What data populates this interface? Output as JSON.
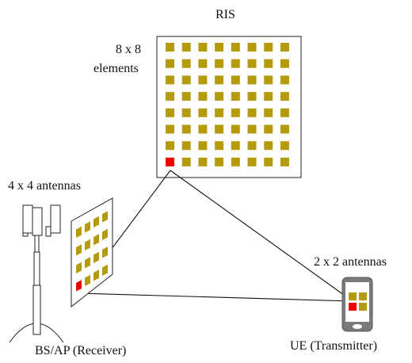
{
  "ris": {
    "title": "RIS",
    "size_line1": "8 x 8",
    "size_line2": "elements",
    "rows": 8,
    "cols": 8
  },
  "bs": {
    "antennas_label": "4 x 4 antennas",
    "caption": "BS/AP (Receiver)",
    "rows": 4,
    "cols": 4
  },
  "ue": {
    "antennas_label": "2 x 2 antennas",
    "caption": "UE (Transmitter)",
    "rows": 2,
    "cols": 2
  },
  "colors": {
    "element": "#b59a0c",
    "active_element": "#ee0000",
    "outline": "#222222",
    "phone_body": "#7a7a7a"
  },
  "icons": [
    "cell-tower-icon",
    "smartphone-icon"
  ]
}
